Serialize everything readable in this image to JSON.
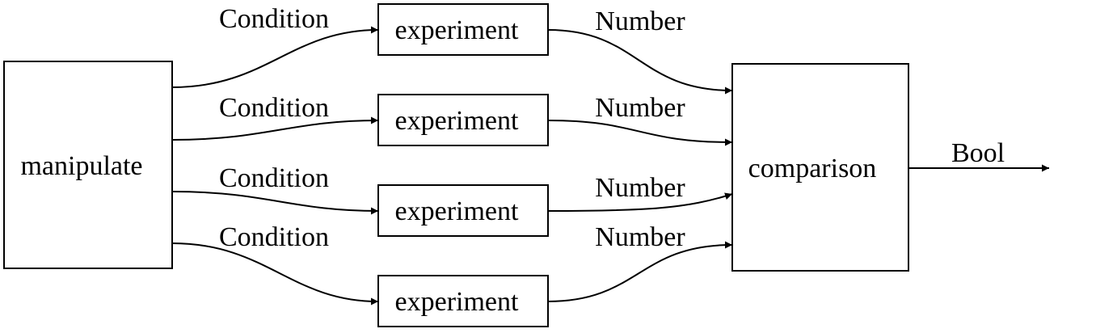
{
  "nodes": {
    "manipulate": {
      "label": "manipulate"
    },
    "experiments": [
      {
        "label": "experiment"
      },
      {
        "label": "experiment"
      },
      {
        "label": "experiment"
      },
      {
        "label": "experiment"
      }
    ],
    "comparison": {
      "label": "comparison"
    }
  },
  "edges": {
    "inputs": [
      {
        "label": "Condition"
      },
      {
        "label": "Condition"
      },
      {
        "label": "Condition"
      },
      {
        "label": "Condition"
      }
    ],
    "outputs": [
      {
        "label": "Number"
      },
      {
        "label": "Number"
      },
      {
        "label": "Number"
      },
      {
        "label": "Number"
      }
    ],
    "result": {
      "label": "Bool"
    }
  },
  "colors": {
    "stroke": "#000000",
    "background": "#ffffff"
  }
}
